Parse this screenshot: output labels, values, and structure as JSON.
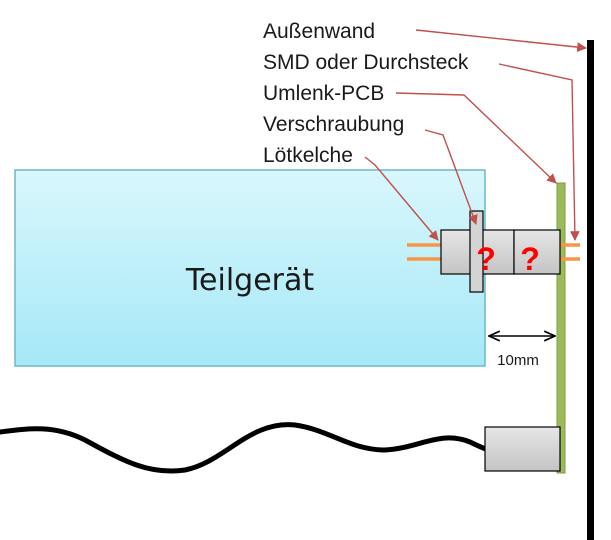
{
  "labels": {
    "aussenwand": "Außenwand",
    "smd": "SMD oder Durchsteck",
    "umlenk": "Umlenk-PCB",
    "verschraubung": "Verschraubung",
    "loetkelche": "Lötkelche"
  },
  "device_label": "Teilgerät",
  "dimension_label": "10mm",
  "unknown_marks": [
    "?",
    "?"
  ],
  "colors": {
    "device_fill_top": "#d9f7fc",
    "device_fill_bottom": "#a5e8f7",
    "device_border": "#6db7c8",
    "pcb": "#9bbb59",
    "pins": "#f79646",
    "arrows": "#c0504d",
    "connector_fill": "#d4d4d4",
    "wall": "#000000",
    "question": "#ff0000"
  }
}
